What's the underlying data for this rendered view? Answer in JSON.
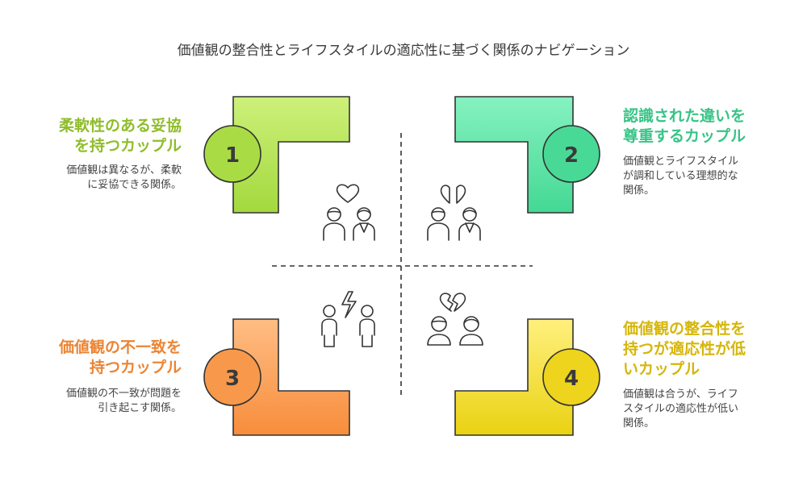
{
  "title": "価値観の整合性とライフスタイルの適応性に基づく関係のナビゲーション",
  "quadrants": [
    {
      "number": "1",
      "heading_line1": "柔軟性のある妥協",
      "heading_line2": "を持つカップル",
      "desc_line1": "価値観は異なるが、柔軟",
      "desc_line2": "に妥協できる関係。",
      "color": "#9fcf3a"
    },
    {
      "number": "2",
      "heading_line1": "認識された違いを",
      "heading_line2": "尊重するカップル",
      "desc_line1": "価値観とライフスタイル",
      "desc_line2": "が調和している理想的な",
      "desc_line3": "関係。",
      "color": "#3ec98a"
    },
    {
      "number": "3",
      "heading_line1": "価値観の不一致を",
      "heading_line2": "持つカップル",
      "desc_line1": "価値観の不一致が問題を",
      "desc_line2": "引き起こす関係。",
      "color": "#ef8a3a"
    },
    {
      "number": "4",
      "heading_line1": "価値観の整合性を",
      "heading_line2": "持つが適応性が低",
      "heading_line3": "いカップル",
      "desc_line1": "価値観は合うが、ライフ",
      "desc_line2": "スタイルの適応性が低い",
      "desc_line3": "関係。",
      "color": "#e2c40c"
    }
  ],
  "icons": [
    "heart-couple-icon",
    "split-heart-couple-icon",
    "conflict-bolt-couple-icon",
    "broken-heart-couple-icon"
  ]
}
